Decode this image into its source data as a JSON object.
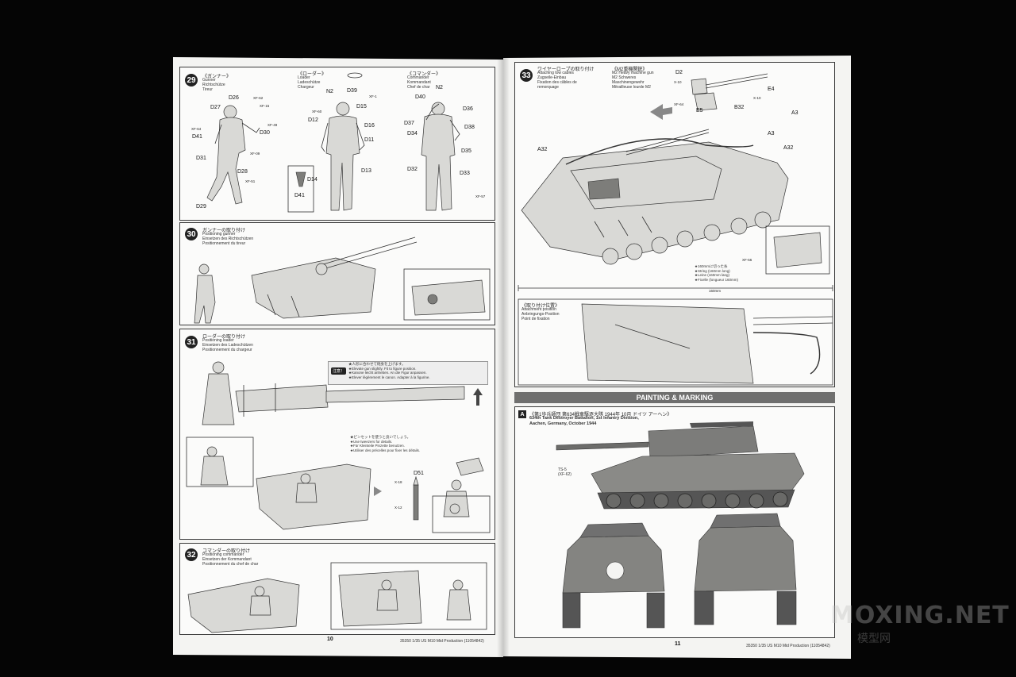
{
  "left_page": {
    "page_number": "10",
    "footer": "35350 1/35 US M10 Mid Production (11054842)",
    "step29": {
      "number": "29",
      "figures": [
        {
          "jp": "《ガンナー》",
          "lines": "Gunner\nRichtschütze\nTireur"
        },
        {
          "jp": "《ローダー》",
          "lines": "Loader\nLadeschütze\nChargeur"
        },
        {
          "jp": "《コマンダー》",
          "lines": "Commander\nKommandant\nChef de char"
        }
      ],
      "gunner_parts": [
        "D26",
        "D27",
        "D30",
        "D41",
        "D31",
        "D28",
        "D29"
      ],
      "loader_parts": [
        "D39",
        "N2",
        "D15",
        "D12",
        "D16",
        "D11",
        "D13",
        "D14",
        "D41"
      ],
      "commander_parts": [
        "N2",
        "D40",
        "D36",
        "D37",
        "D38",
        "D34",
        "D35",
        "D32",
        "D33"
      ],
      "paints": [
        "XF-62",
        "XF-15",
        "XF-49",
        "XF-64",
        "XF-09",
        "XF-51",
        "XF-1",
        "XF-60",
        "XF-57"
      ]
    },
    "step30": {
      "number": "30",
      "jp": "ガンナーの取り付け",
      "lines": "Positioning gunner\nEinsetzen des Richtschützen\nPositionnement du tireur"
    },
    "step31": {
      "number": "31",
      "jp": "ローダーの取り付け",
      "lines": "Positioning loader\nEinsetzen des Ladeschützen\nPositionnement du chargeur",
      "note_icon": "注意！",
      "note": "★人形に合わせて砲身を上げます。\n★Elevate gun slightly. Fit to figure position.\n★Kanone leicht anheben. An die Figur anpassen.\n★Elever légèrement le canon. Adapter à la figurine.",
      "tweezers": "★ピンセットを使うと良いでしょう。\n★Use tweezers for details.\n★Für Kleinteile Pinzette benutzen.\n★Utiliser des précelles pour fixer les détails.",
      "parts": [
        "D51"
      ],
      "paints": [
        "X-18",
        "X-12"
      ]
    },
    "step32": {
      "number": "32",
      "jp": "コマンダーの取り付け",
      "lines": "Positioning commander\nEinsetzen der Kommandant\nPositionnement du chef de char"
    }
  },
  "right_page": {
    "page_number": "11",
    "footer": "35350 1/35 US M10 Mid Production (11054842)",
    "step33": {
      "number": "33",
      "jp": "ワイヤーロープの取り付け",
      "lines": "Attaching tow cables\nZugseile-Einbau\nFixation des câbles de\nremorquage",
      "mg_jp": "《M2重機関銃》",
      "mg_lines": "M2 Heavy machine gun\nM2 Schweres\nMaschinengewehr\nMitrailleuse lourde M2",
      "parts": [
        "D2",
        "E4",
        "E5",
        "B32",
        "A3",
        "A32",
        "A32",
        "A3"
      ],
      "paints": [
        "X-10",
        "XF-64",
        "X-10",
        "XF-56"
      ],
      "string_note": "★160mmに切った糸\n★String (160mm long)\n★Leine (160mm lang)\n★Ficelle (longueur 160mm)",
      "dimension": "160mm",
      "attach_jp": "《取り付け位置》",
      "attach_lines": "Attachment position\nAnbringungs-Position\nPoint de fixation"
    },
    "painting_banner": "PAINTING & MARKING",
    "scheme_a": {
      "letter": "A",
      "jp": "《第1歩兵師団 第634戦車駆逐大隊 1944年 10月 ドイツ アーヘン》",
      "lines": "634th Tank Destroyer Battalion, 1st Infantry Division,\nAachen, Germany, October 1944",
      "callout": "TS-5\n(XF-62)"
    }
  },
  "watermark": {
    "text": "MOXING.NET",
    "sub": "模型网"
  },
  "colors": {
    "background": "#050505",
    "paper": "#f4f4f2",
    "banner": "#6f6f6e"
  }
}
